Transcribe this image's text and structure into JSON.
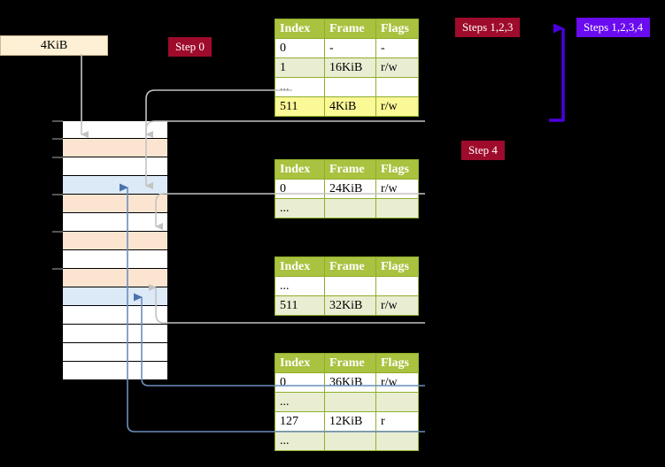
{
  "labels": {
    "size_box": "4KiB",
    "step0": "Step 0",
    "steps123": "Steps 1,2,3",
    "steps1234": "Steps 1,2,3,4",
    "step4": "Step 4"
  },
  "colors": {
    "badge_red": "#9e0b2b",
    "badge_purple": "#6a0bf0",
    "table_header": "#a9c23f",
    "table_alt_row": "#e9eed3",
    "highlight": "#fbf896",
    "mem_peach": "#fce5d0",
    "mem_blue": "#dce9f7",
    "arrow_gray": "#b8b8b8",
    "arrow_blue": "#5b82b8",
    "size_box_bg": "#fdf0d5"
  },
  "tables": [
    {
      "name": "pml4-table",
      "headers": [
        "Index",
        "Frame",
        "Flags"
      ],
      "rows": [
        {
          "index": "0",
          "frame": "-",
          "flags": "-",
          "style": "plain",
          "highlight": false
        },
        {
          "index": "1",
          "frame": "16KiB",
          "flags": "r/w",
          "style": "alt",
          "highlight": false
        },
        {
          "index": "...",
          "frame": "",
          "flags": "",
          "style": "plain",
          "highlight": false
        },
        {
          "index": "511",
          "frame": "4KiB",
          "flags": "r/w",
          "style": "alt",
          "highlight": true
        }
      ]
    },
    {
      "name": "pdpt-table",
      "headers": [
        "Index",
        "Frame",
        "Flags"
      ],
      "rows": [
        {
          "index": "0",
          "frame": "24KiB",
          "flags": "r/w",
          "style": "plain",
          "highlight": false
        },
        {
          "index": "...",
          "frame": "",
          "flags": "",
          "style": "alt",
          "highlight": false
        }
      ]
    },
    {
      "name": "pd-table",
      "headers": [
        "Index",
        "Frame",
        "Flags"
      ],
      "rows": [
        {
          "index": "...",
          "frame": "",
          "flags": "",
          "style": "plain",
          "highlight": false
        },
        {
          "index": "511",
          "frame": "32KiB",
          "flags": "r/w",
          "style": "alt",
          "highlight": false
        }
      ]
    },
    {
      "name": "pt-table",
      "headers": [
        "Index",
        "Frame",
        "Flags"
      ],
      "rows": [
        {
          "index": "0",
          "frame": "36KiB",
          "flags": "r/w",
          "style": "plain",
          "highlight": false
        },
        {
          "index": "...",
          "frame": "",
          "flags": "",
          "style": "alt",
          "highlight": false
        },
        {
          "index": "127",
          "frame": "12KiB",
          "flags": "r",
          "style": "plain",
          "highlight": false
        },
        {
          "index": "...",
          "frame": "",
          "flags": "",
          "style": "alt",
          "highlight": false
        }
      ]
    }
  ],
  "memory_rows": [
    {
      "fill": "white",
      "tick": true
    },
    {
      "fill": "peach",
      "tick": true
    },
    {
      "fill": "white",
      "tick": true
    },
    {
      "fill": "blue",
      "tick": false
    },
    {
      "fill": "peach",
      "tick": true
    },
    {
      "fill": "white",
      "tick": false
    },
    {
      "fill": "peach",
      "tick": true
    },
    {
      "fill": "white",
      "tick": false
    },
    {
      "fill": "peach",
      "tick": true
    },
    {
      "fill": "blue",
      "tick": false
    },
    {
      "fill": "white",
      "tick": false
    },
    {
      "fill": "white",
      "tick": false
    },
    {
      "fill": "white",
      "tick": false
    },
    {
      "fill": "white",
      "tick": false
    }
  ]
}
